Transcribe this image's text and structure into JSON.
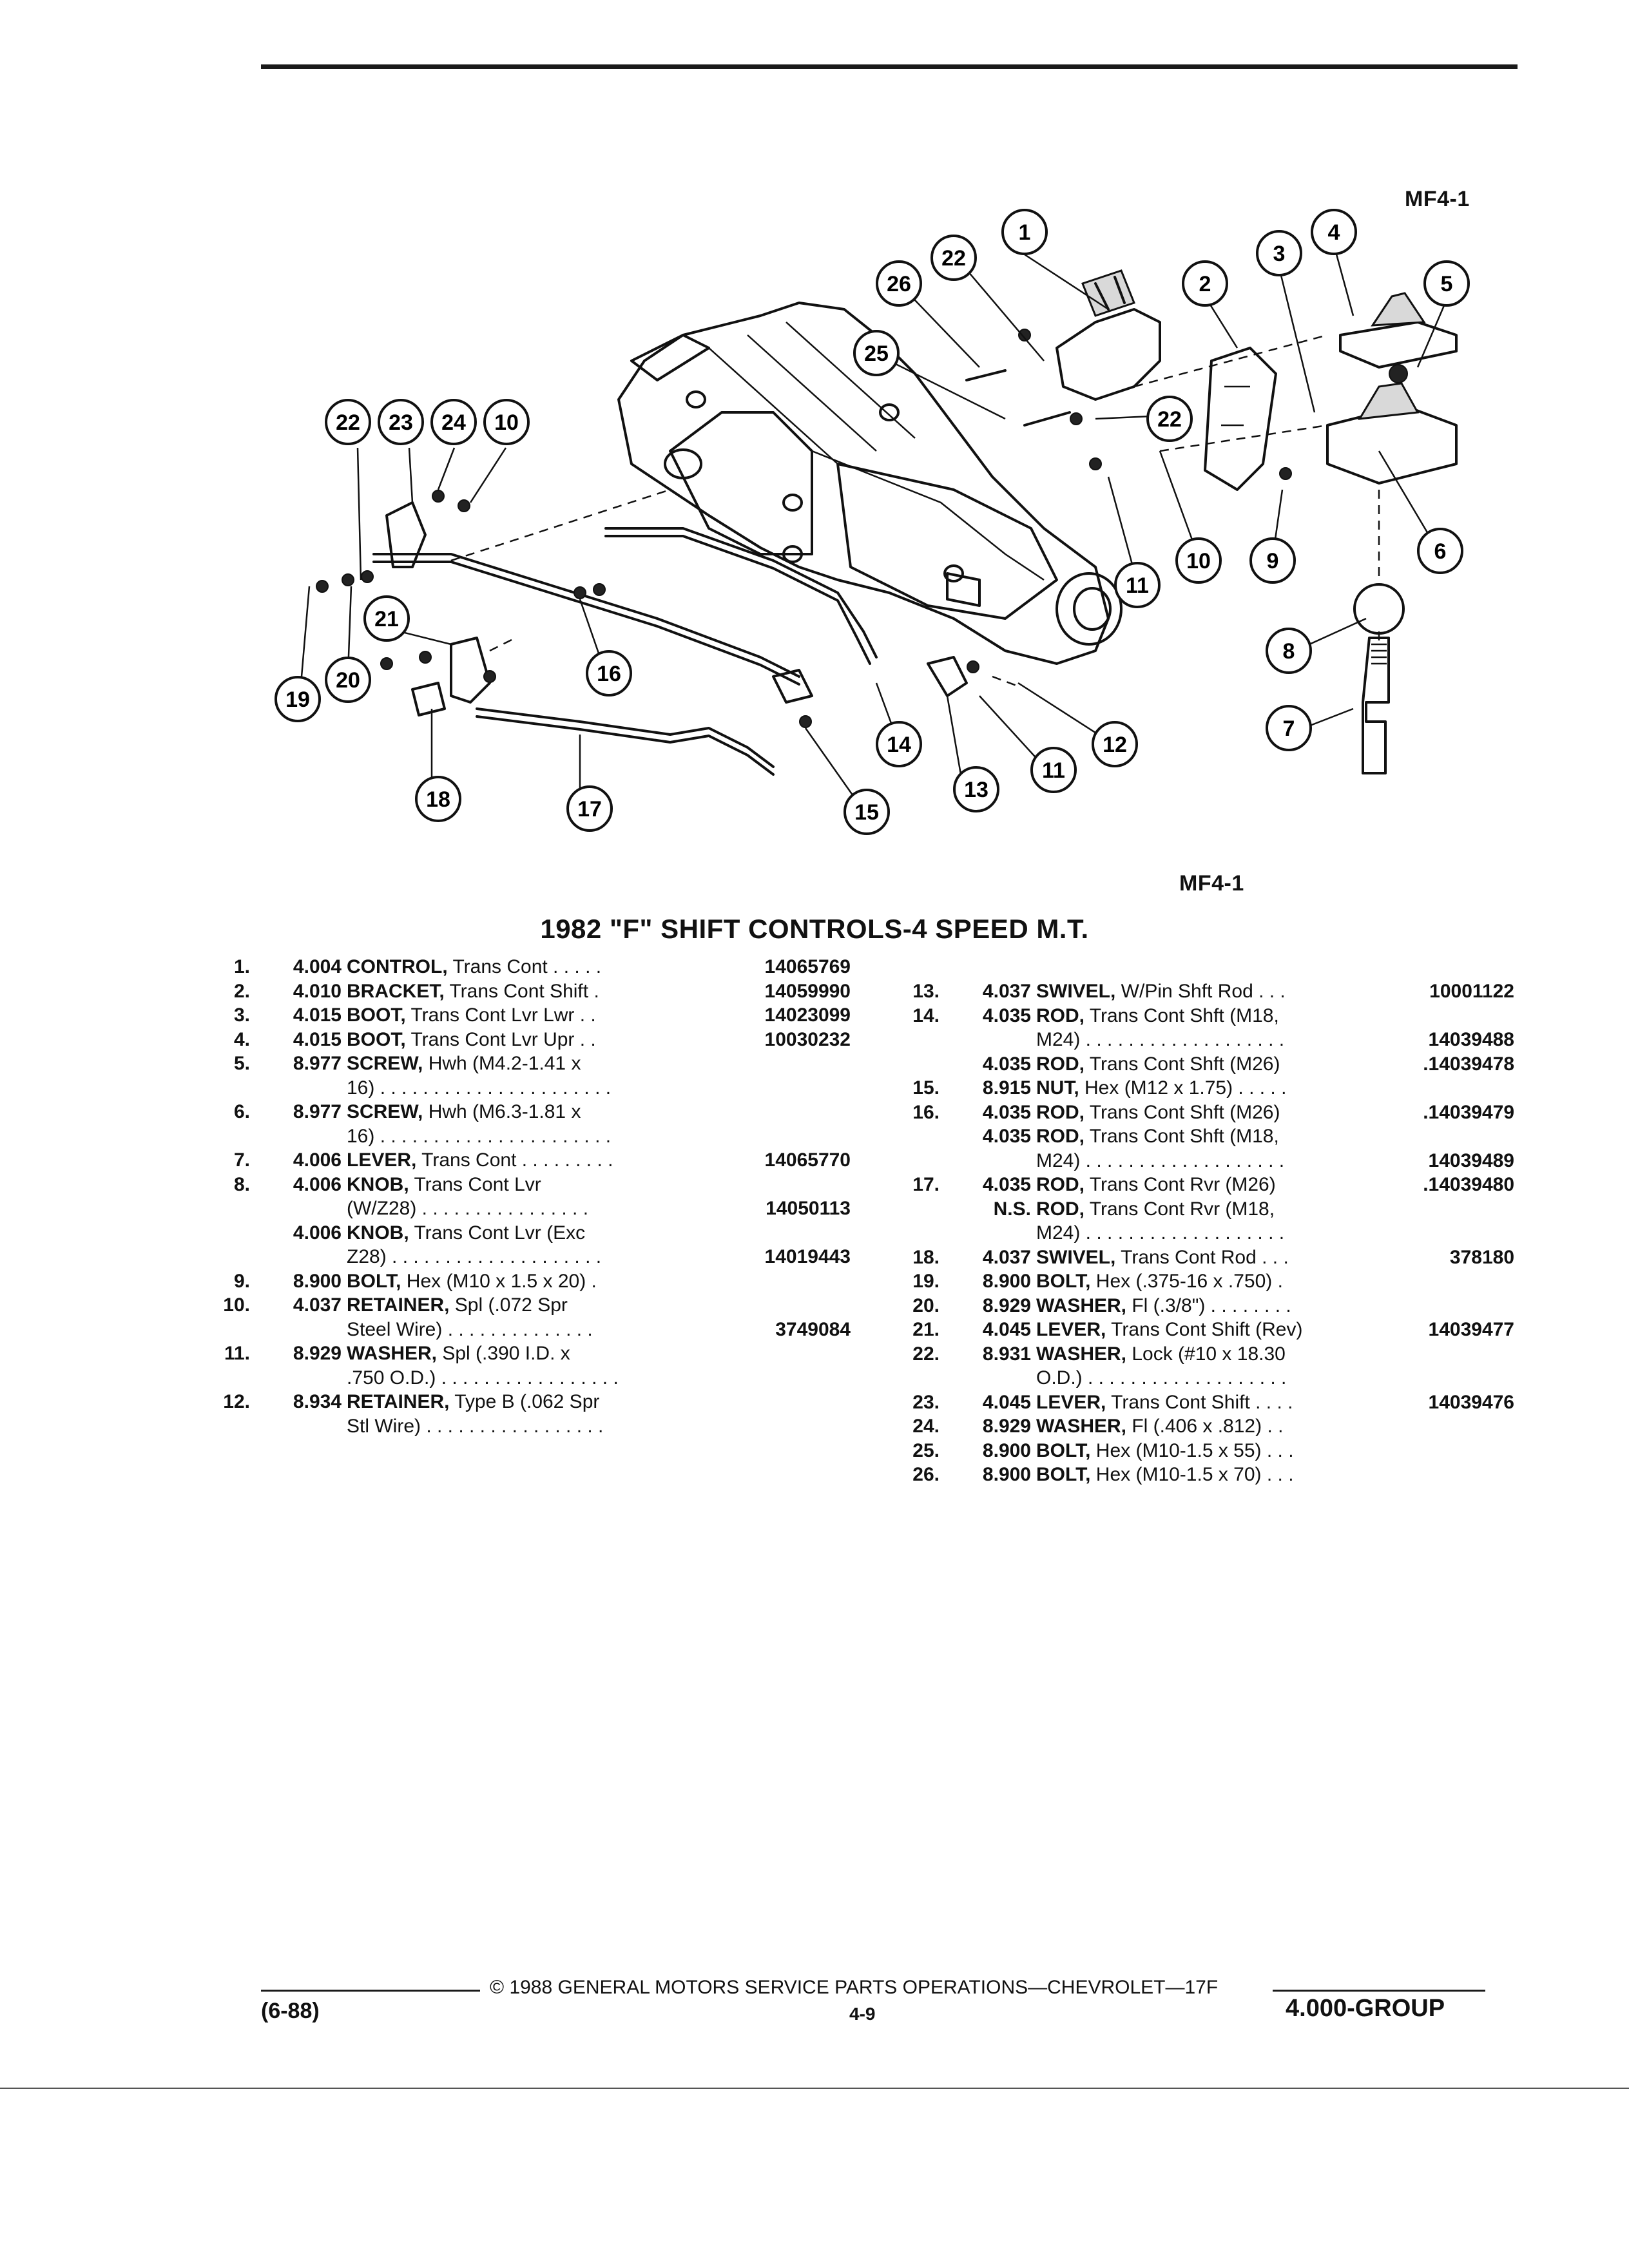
{
  "header": {
    "figure_id_top": "MF4-1",
    "figure_id_bottom": "MF4-1"
  },
  "title": "1982 \"F\" SHIFT CONTROLS-4 SPEED M.T.",
  "callouts": [
    "1",
    "2",
    "3",
    "4",
    "5",
    "6",
    "7",
    "8",
    "9",
    "10",
    "11",
    "12",
    "13",
    "14",
    "15",
    "16",
    "17",
    "18",
    "19",
    "20",
    "21",
    "22",
    "23",
    "24",
    "25",
    "26"
  ],
  "parts_left": [
    {
      "num": "1.",
      "grp": "4.004",
      "name": "CONTROL,",
      "desc": " Trans Cont . . . . .",
      "pn": "14065769"
    },
    {
      "num": "2.",
      "grp": "4.010",
      "name": "BRACKET,",
      "desc": " Trans Cont Shift .",
      "pn": "14059990"
    },
    {
      "num": "3.",
      "grp": "4.015",
      "name": "BOOT,",
      "desc": " Trans Cont Lvr Lwr . .",
      "pn": "14023099"
    },
    {
      "num": "4.",
      "grp": "4.015",
      "name": "BOOT,",
      "desc": " Trans Cont Lvr Upr . .",
      "pn": "10030232"
    },
    {
      "num": "5.",
      "grp": "8.977",
      "name": "SCREW,",
      "desc": " Hwh (M4.2-1.41 x",
      "pn": ""
    },
    {
      "num": "",
      "grp": "",
      "name": "",
      "desc": "16) . . . . . . . . . . . . . . . . . . . . . .",
      "pn": ""
    },
    {
      "num": "6.",
      "grp": "8.977",
      "name": "SCREW,",
      "desc": " Hwh (M6.3-1.81 x",
      "pn": ""
    },
    {
      "num": "",
      "grp": "",
      "name": "",
      "desc": "16) . . . . . . . . . . . . . . . . . . . . . .",
      "pn": ""
    },
    {
      "num": "7.",
      "grp": "4.006",
      "name": "LEVER,",
      "desc": " Trans Cont . . . . . . . . .",
      "pn": "14065770"
    },
    {
      "num": "8.",
      "grp": "4.006",
      "name": "KNOB,",
      "desc": " Trans Cont Lvr",
      "pn": ""
    },
    {
      "num": "",
      "grp": "",
      "name": "",
      "desc": "(W/Z28) . . . . . . . . . . . . . . . .",
      "pn": "14050113"
    },
    {
      "num": "",
      "grp": "4.006",
      "name": "KNOB,",
      "desc": " Trans Cont Lvr (Exc",
      "pn": ""
    },
    {
      "num": "",
      "grp": "",
      "name": "",
      "desc": "Z28) . . . . . . . . . . . . . . . . . . . .",
      "pn": "14019443"
    },
    {
      "num": "9.",
      "grp": "8.900",
      "name": "BOLT,",
      "desc": " Hex (M10 x 1.5 x 20) .",
      "pn": ""
    },
    {
      "num": "10.",
      "grp": "4.037",
      "name": "RETAINER,",
      "desc": " Spl (.072 Spr",
      "pn": ""
    },
    {
      "num": "",
      "grp": "",
      "name": "",
      "desc": "Steel Wire) . . . . . . . . . . . . . .",
      "pn": "3749084"
    },
    {
      "num": "11.",
      "grp": "8.929",
      "name": "WASHER,",
      "desc": " Spl (.390 I.D. x",
      "pn": ""
    },
    {
      "num": "",
      "grp": "",
      "name": "",
      "desc": ".750 O.D.) . . . . . . . . . . . . . . . . .",
      "pn": ""
    },
    {
      "num": "12.",
      "grp": "8.934",
      "name": "RETAINER,",
      "desc": " Type B (.062 Spr",
      "pn": ""
    },
    {
      "num": "",
      "grp": "",
      "name": "",
      "desc": "Stl Wire) . . . . . . . . . . . . . . . . .",
      "pn": ""
    }
  ],
  "parts_right": [
    {
      "num": "13.",
      "grp": "4.037",
      "name": "SWIVEL,",
      "desc": " W/Pin Shft Rod . . .",
      "pn": "10001122"
    },
    {
      "num": "14.",
      "grp": "4.035",
      "name": "ROD,",
      "desc": " Trans Cont Shft (M18,",
      "pn": ""
    },
    {
      "num": "",
      "grp": "",
      "name": "",
      "desc": "M24) . . . . . . . . . . . . . . . . . . .",
      "pn": "14039488"
    },
    {
      "num": "",
      "grp": "4.035",
      "name": "ROD,",
      "desc": " Trans Cont Shft (M26)",
      "pn": ".14039478"
    },
    {
      "num": "15.",
      "grp": "8.915",
      "name": "NUT,",
      "desc": " Hex (M12 x 1.75) . . . . .",
      "pn": ""
    },
    {
      "num": "16.",
      "grp": "4.035",
      "name": "ROD,",
      "desc": " Trans Cont Shft (M26)",
      "pn": ".14039479"
    },
    {
      "num": "",
      "grp": "4.035",
      "name": "ROD,",
      "desc": " Trans Cont Shft (M18,",
      "pn": ""
    },
    {
      "num": "",
      "grp": "",
      "name": "",
      "desc": "M24) . . . . . . . . . . . . . . . . . . .",
      "pn": "14039489"
    },
    {
      "num": "17.",
      "grp": "4.035",
      "name": "ROD,",
      "desc": " Trans Cont Rvr (M26)",
      "pn": ".14039480"
    },
    {
      "num": "",
      "grp": "N.S.",
      "name": "ROD,",
      "desc": " Trans Cont Rvr (M18,",
      "pn": ""
    },
    {
      "num": "",
      "grp": "",
      "name": "",
      "desc": "M24) . . . . . . . . . . . . . . . . . . .",
      "pn": ""
    },
    {
      "num": "18.",
      "grp": "4.037",
      "name": "SWIVEL,",
      "desc": " Trans Cont Rod . . .",
      "pn": "378180"
    },
    {
      "num": "19.",
      "grp": "8.900",
      "name": "BOLT,",
      "desc": " Hex (.375-16 x .750) .",
      "pn": ""
    },
    {
      "num": "20.",
      "grp": "8.929",
      "name": "WASHER,",
      "desc": " Fl (.3/8\") . . . . . . . .",
      "pn": ""
    },
    {
      "num": "21.",
      "grp": "4.045",
      "name": "LEVER,",
      "desc": " Trans Cont Shift (Rev)",
      "pn": "14039477"
    },
    {
      "num": "22.",
      "grp": "8.931",
      "name": "WASHER,",
      "desc": " Lock (#10 x 18.30",
      "pn": ""
    },
    {
      "num": "",
      "grp": "",
      "name": "",
      "desc": "O.D.) . . . . . . . . . . . . . . . . . . .",
      "pn": ""
    },
    {
      "num": "23.",
      "grp": "4.045",
      "name": "LEVER,",
      "desc": " Trans Cont Shift . . . .",
      "pn": "14039476"
    },
    {
      "num": "24.",
      "grp": "8.929",
      "name": "WASHER,",
      "desc": " Fl (.406 x .812) . .",
      "pn": ""
    },
    {
      "num": "25.",
      "grp": "8.900",
      "name": "BOLT,",
      "desc": " Hex (M10-1.5 x 55) . . .",
      "pn": ""
    },
    {
      "num": "26.",
      "grp": "8.900",
      "name": "BOLT,",
      "desc": " Hex (M10-1.5 x 70) . . .",
      "pn": ""
    }
  ],
  "footer": {
    "copyright": "© 1988 GENERAL MOTORS SERVICE PARTS OPERATIONS—CHEVROLET—17F",
    "date_code": "(6-88)",
    "page": "4-9",
    "group": "4.000-GROUP"
  }
}
